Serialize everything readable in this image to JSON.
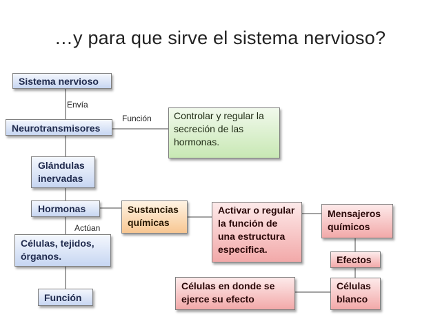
{
  "title": "…y para que sirve el sistema nervioso?",
  "boxes": {
    "sistema_nervioso": "Sistema nervioso",
    "neurotransmisores": "Neurotransmisores",
    "controlar": "Controlar y regular la secreción de las hormonas.",
    "glandulas": "Glándulas inervadas",
    "hormonas": "Hormonas",
    "sustancias": "Sustancias químicas",
    "activar": "Activar o regular la función de una estructura especifica.",
    "mensajeros": "Mensajeros químicos",
    "celulas_tejidos": "Células, tejidos, órganos.",
    "efectos": "Efectos",
    "celulas_blanco": "Células blanco",
    "celulas_donde": "Células en donde se ejerce su efecto",
    "funcion": "Función"
  },
  "labels": {
    "envia": "Envía",
    "funcion": "Función",
    "actuan": "Actúan"
  },
  "colors": {
    "blue_box": "#c7d6f2",
    "green_box": "#c8e8b4",
    "orange_box": "#f8c792",
    "red_box": "#f2a9a9"
  }
}
